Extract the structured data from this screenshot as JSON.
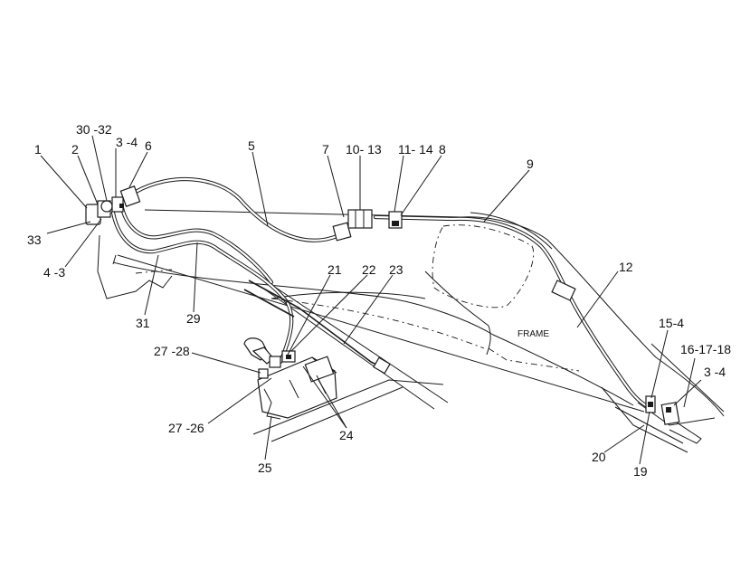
{
  "diagram": {
    "frame_label": "FRAME",
    "labels": {
      "l1": "1",
      "l2": "2",
      "l30_32": "30 -32",
      "l3_4_top": "3 -4",
      "l6": "6",
      "l5": "5",
      "l7": "7",
      "l10_13": "10- 13",
      "l11_14": "11- 14",
      "l8": "8",
      "l9": "9",
      "l33": "33",
      "l4_3": "4 -3",
      "l31": "31",
      "l29": "29",
      "l21": "21",
      "l22": "22",
      "l23": "23",
      "l12": "12",
      "l27_28": "27 -28",
      "l27_26": "27 -26",
      "l24": "24",
      "l25": "25",
      "l15_4": "15-4",
      "l16_17_18": "16-17-18",
      "l3_4_right": "3 -4",
      "l20": "20",
      "l19": "19"
    }
  }
}
